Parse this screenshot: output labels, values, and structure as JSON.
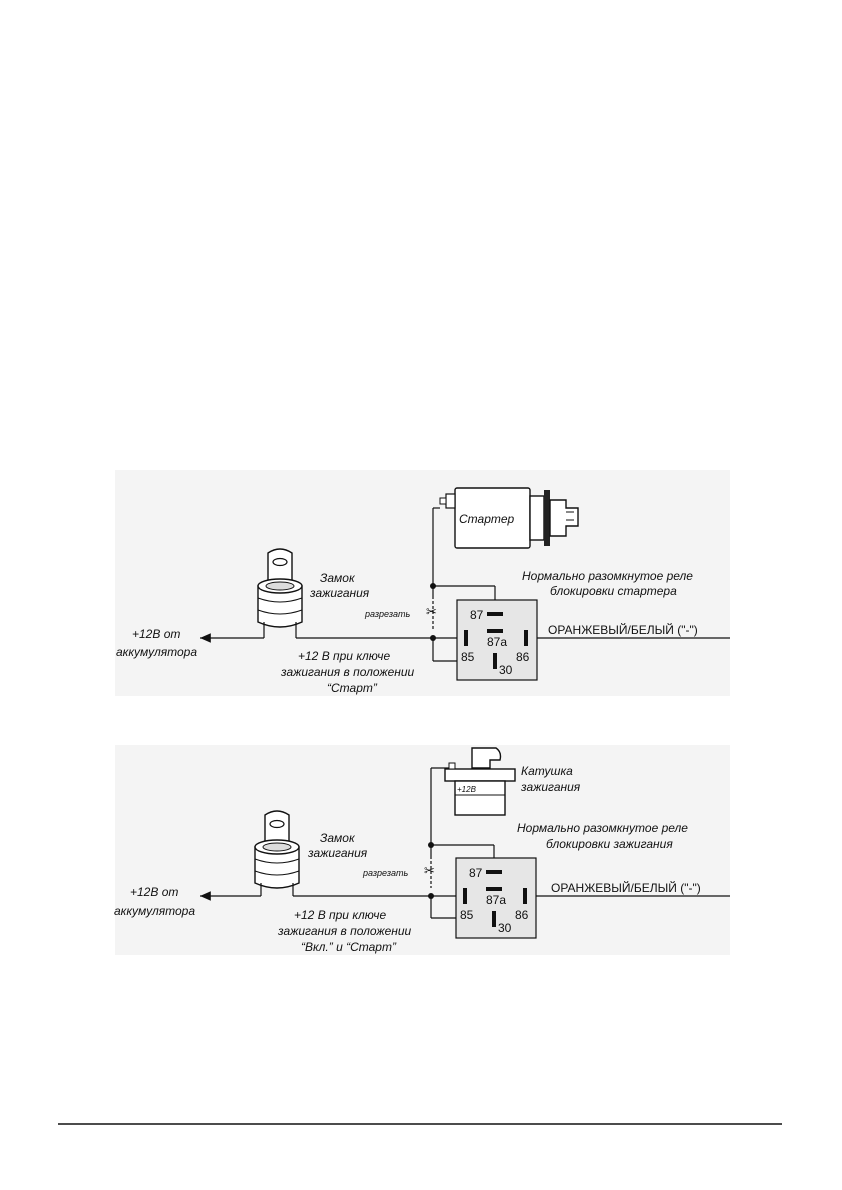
{
  "colors": {
    "panel_shade": "#f4f4f4",
    "relay_fill": "#e6e6e6",
    "ink": "#111111"
  },
  "diagram1": {
    "starter_label": "Стартер",
    "ignition_lock_label": [
      "Замок",
      "зажигания"
    ],
    "relay_title": [
      "Нормально разомкнутое реле",
      "блокировки стартера"
    ],
    "cut_label": "разрезать",
    "wire_label": "ОРАНЖЕВЫЙ/БЕЛЫЙ (\"-\")",
    "battery_label": [
      "+12В от",
      "аккумулятора"
    ],
    "ignition_wire_label": [
      "+12 В при ключе",
      "зажигания в положении",
      "“Старт”"
    ],
    "pins": {
      "p87": "87",
      "p87a": "87a",
      "p85": "85",
      "p86": "86",
      "p30": "30"
    }
  },
  "diagram2": {
    "coil_label": [
      "Катушка",
      "зажигания"
    ],
    "coil_terminal": "+12В",
    "ignition_lock_label": [
      "Замок",
      "зажигания"
    ],
    "relay_title": [
      "Нормально разомкнутое реле",
      "блокировки зажигания"
    ],
    "cut_label": "разрезать",
    "wire_label": "ОРАНЖЕВЫЙ/БЕЛЫЙ (\"-\")",
    "battery_label": [
      "+12В от",
      "аккумулятора"
    ],
    "ignition_wire_label": [
      "+12 В при ключе",
      "зажигания в положении",
      "“Вкл.” и “Старт”"
    ],
    "pins": {
      "p87": "87",
      "p87a": "87a",
      "p85": "85",
      "p86": "86",
      "p30": "30"
    }
  }
}
